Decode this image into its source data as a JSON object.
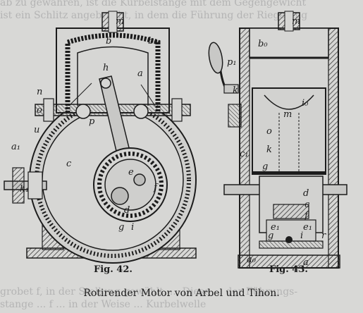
{
  "bleed_text": {
    "top_line_1": "ab zu gewähren, ist die Kurbelstange mit dem Gegengewicht",
    "top_line_2": "ist ein Schlitz angebracht, in dem die Führung der Riegelung",
    "bottom_line_1": "grobet f, in der Stellung gewählt, ... Diese ... der Führungs-",
    "bottom_line_2": "stange ... f ... in der Weise ... Kurbelwelle"
  },
  "figure_42": {
    "caption": "Fig. 42.",
    "labels": [
      "m",
      "b",
      "b₀",
      "h",
      "a",
      "n",
      "o",
      "u",
      "a₁",
      "c",
      "p",
      "e",
      "d",
      "f",
      "g",
      "i",
      "k₁"
    ]
  },
  "figure_43": {
    "caption": "Fig. 43.",
    "labels": [
      "m",
      "b₀",
      "p₁",
      "k",
      "i₀",
      "m",
      "o",
      "k",
      "c₁",
      "g",
      "d",
      "c",
      "f",
      "e₁",
      "g",
      "i",
      "e₁",
      "a₀",
      "a",
      "r"
    ]
  },
  "main_caption": "Rotirender Motor von Arbel und Tihon.",
  "colors": {
    "paper": "#d8d8d6",
    "ink": "#1c1c1c",
    "hatch": "#3a3a3a"
  }
}
